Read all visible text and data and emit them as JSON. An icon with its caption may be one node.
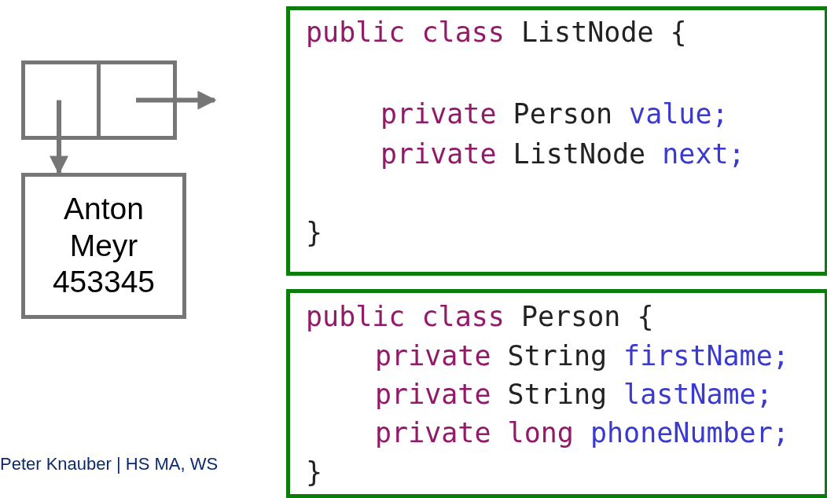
{
  "diagram": {
    "nodes": [
      {
        "text": [],
        "shape": "box"
      },
      {
        "text": [],
        "shape": "box"
      },
      {
        "text": [
          "Anton Meyr 453345"
        ]
      },
      {
        "text": [
          "public class ListNode {",
          "private Person value;",
          "private ListNode next;",
          "}"
        ]
      },
      {
        "text": [
          "public class Person {",
          "private String firstName;",
          "private String lastName;",
          "private long phoneNumber;",
          "}"
        ]
      }
    ],
    "edges": [
      {
        "from": 0,
        "to": 2,
        "arrow": "to"
      },
      {
        "from": 1,
        "to": null,
        "arrow": "to"
      }
    ],
    "labels": [
      "Peter Knauber | HS MA, WS"
    ]
  }
}
